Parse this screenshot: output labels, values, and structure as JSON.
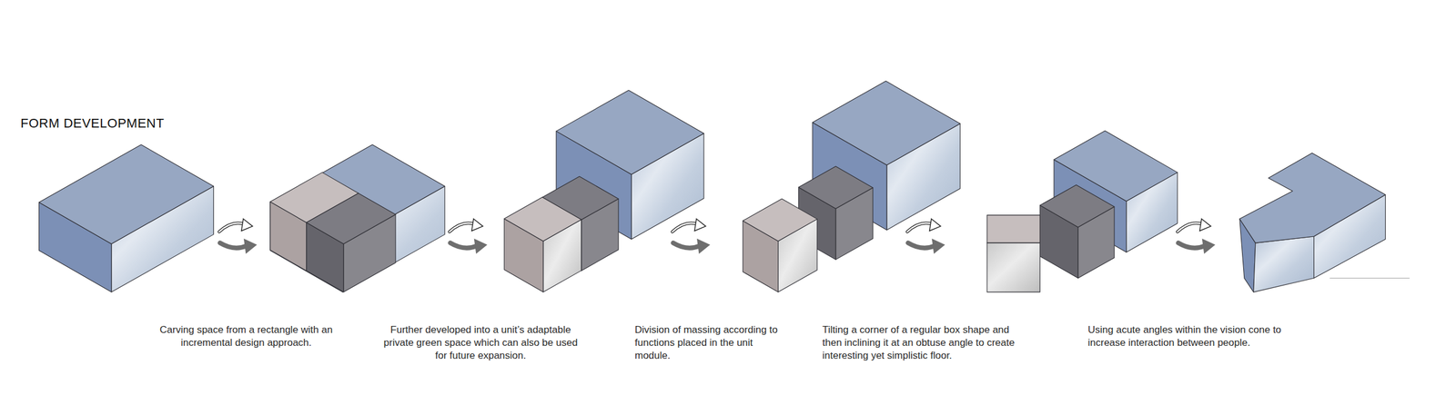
{
  "diagram": {
    "title": "FORM DEVELOPMENT",
    "labels": [
      "Carving space from a rectangle with an incremental design approach.",
      "Further developed into a unit’s adaptable private green space which can also be used for future expansion.",
      "Division of massing according to functions placed in the unit module.",
      "Tilting a corner of a regular box shape and then inclining it at an obtuse angle to create interesting yet simplistic floor.",
      "Using acute angles within the vision cone to increase interaction between people."
    ]
  }
}
